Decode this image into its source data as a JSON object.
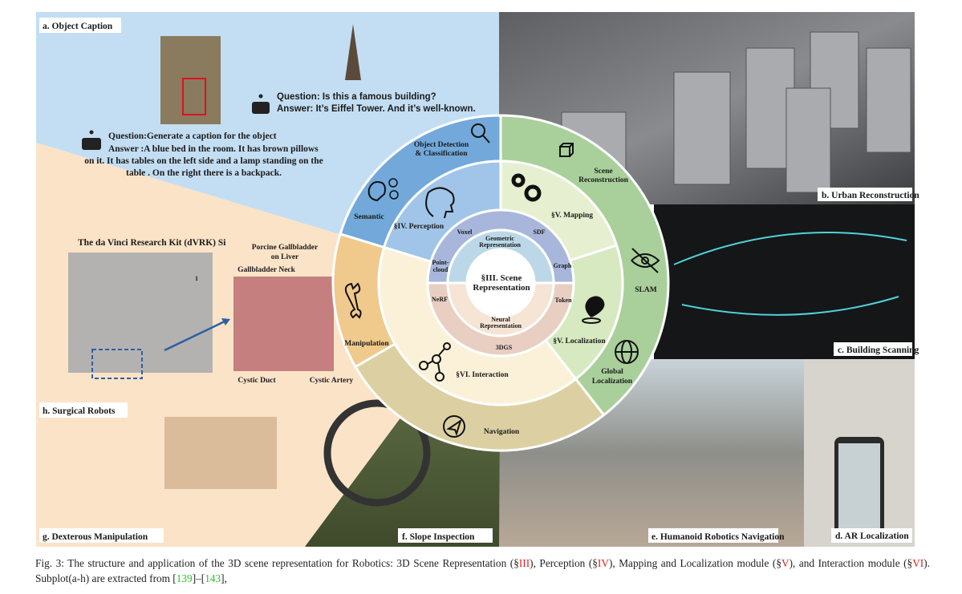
{
  "center": {
    "title_line1": "§III. Scene",
    "title_line2": "Representation",
    "geometric": [
      "Geometric",
      "Representation"
    ],
    "neural": [
      "Neural",
      "Representation"
    ],
    "geometric_items": [
      "Voxel",
      "SDF",
      "Point-",
      "cloud",
      "Graph"
    ],
    "neural_items": [
      "NeRF",
      "Token",
      "3DGS"
    ]
  },
  "middle_ring": {
    "perception": "§IV. Perception",
    "mapping": "§V. Mapping",
    "localization": "§V. Localization",
    "interaction": "§VI. Interaction"
  },
  "outer_ring": {
    "object_detection": [
      "Object Detection",
      "& Classification"
    ],
    "semantic": "Semantic",
    "scene_reconstruction": [
      "Scene",
      "Reconstruction"
    ],
    "slam": "SLAM",
    "global_localization": [
      "Global",
      "Localization"
    ],
    "navigation": "Navigation",
    "manipulation": "Manipulation"
  },
  "panels": {
    "a": {
      "label": "a. Object Caption",
      "q1": "Question: Is this a famous building?",
      "a1": "Answer: It’s Eiffel Tower. And it’s well-known.",
      "q2": "Question:Generate a caption for the object",
      "a2": [
        "Answer :A blue bed in the room. It has brown pillows",
        "on it. It has tables on the left side and a lamp standing on the",
        "table . On the right there is a backpack."
      ]
    },
    "b": {
      "label": "b. Urban Reconstruction"
    },
    "c": {
      "label": "c. Building Scanning"
    },
    "d": {
      "label": "d. AR Localization"
    },
    "e": {
      "label": "e. Humanoid Robotics Navigation"
    },
    "f": {
      "label": "f. Slope Inspection"
    },
    "g": {
      "label": "g. Dexterous Manipulation"
    },
    "h": {
      "label": "h. Surgical Robots",
      "kit": "The da Vinci Research Kit (dVRK) Si",
      "porcine": [
        "Porcine Gallbladder",
        "on Liver"
      ],
      "neck": "Gallbladder Neck",
      "duct": "Cystic Duct",
      "artery": "Cystic Artery",
      "marker": "1"
    }
  },
  "caption": {
    "pre": "Fig. 3: The structure and application of the 3D scene representation for Robotics: 3D Scene Representation (§",
    "r1": "III",
    "t1": "), Perception (§",
    "r2": "IV",
    "t2": "), Mapping and Localization module (§",
    "r3": "V",
    "t3": "), and Interaction module (§",
    "r4": "VI",
    "t4": "). Subplot(a-h) are extracted from [",
    "c1": "139",
    "t5": "]–[",
    "c2": "143",
    "t6": "],"
  },
  "colors": {
    "outer_blue": "#72a9da",
    "outer_green": "#a9d09b",
    "outer_orange": "#f0c98c",
    "outer_tan": "#dcd0a2",
    "perception": "#a0c5e8",
    "mapping": "#e6efd0",
    "localization": "#d6e9c0",
    "interaction": "#fbf1d8",
    "geo_outer": "#a8b6dc",
    "geo_inner": "#bcd8e8",
    "neu_outer": "#e8cfc2",
    "neu_inner": "#f6e4d4"
  }
}
